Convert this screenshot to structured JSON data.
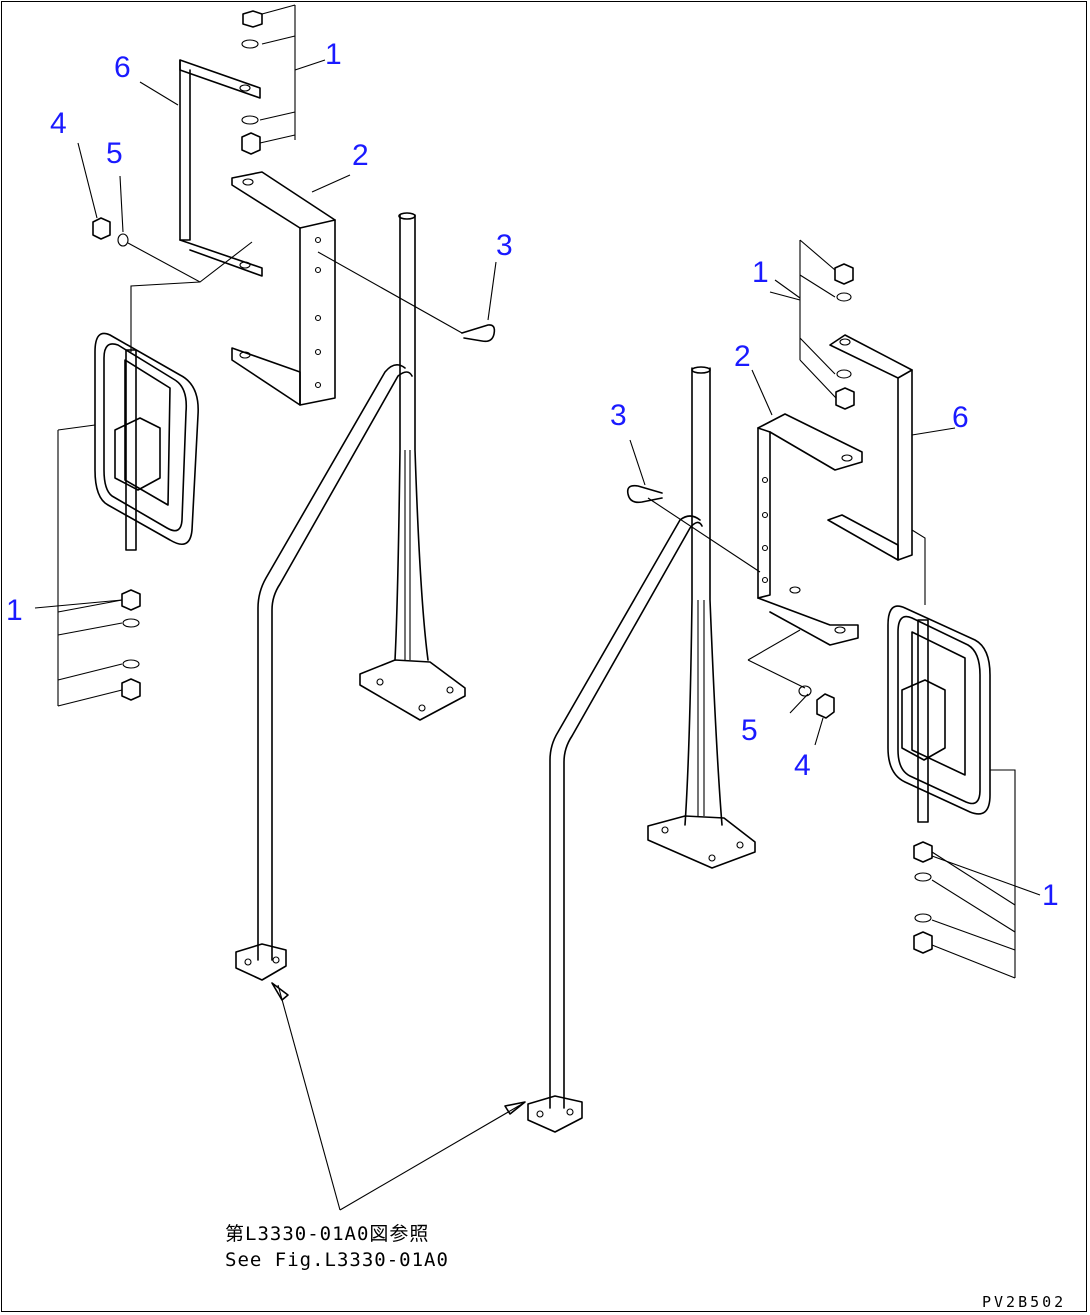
{
  "callouts": {
    "left_6": "6",
    "left_1_top": "1",
    "left_4": "4",
    "left_5": "5",
    "left_2": "2",
    "left_3": "3",
    "left_1_bottom": "1",
    "right_1_top": "1",
    "right_2": "2",
    "right_3": "3",
    "right_6": "6",
    "right_5": "5",
    "right_4": "4",
    "right_1_bottom": "1"
  },
  "reference_note": {
    "line_jp": "第L3330-01A0図参照",
    "line_en": "See Fig.L3330-01A0"
  },
  "drawing_code": "PV2B502"
}
